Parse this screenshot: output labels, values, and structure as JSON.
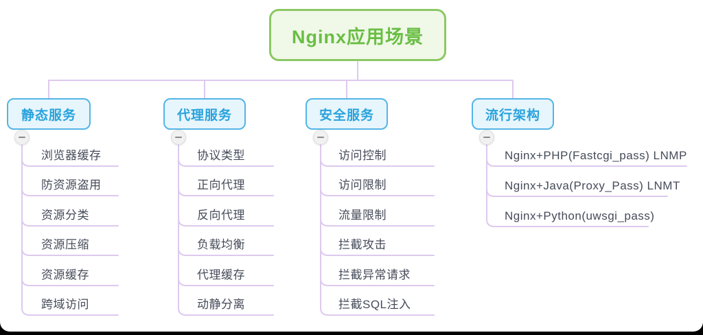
{
  "root": {
    "label": "Nginx应用场景"
  },
  "branches": [
    {
      "label": "静态服务",
      "children": [
        "浏览器缓存",
        "防资源盗用",
        "资源分类",
        "资源压缩",
        "资源缓存",
        "跨域访问"
      ]
    },
    {
      "label": "代理服务",
      "children": [
        "协议类型",
        "正向代理",
        "反向代理",
        "负载均衡",
        "代理缓存",
        "动静分离"
      ]
    },
    {
      "label": "安全服务",
      "children": [
        "访问控制",
        "访问限制",
        "流量限制",
        "拦截攻击",
        "拦截异常请求",
        "拦截SQL注入"
      ]
    },
    {
      "label": "流行架构",
      "children": [
        "Nginx+PHP(Fastcgi_pass) LNMP",
        "Nginx+Java(Proxy_Pass) LNMT",
        "Nginx+Python(uwsgi_pass)"
      ]
    }
  ],
  "colors": {
    "root_fill": "#f0f8e8",
    "root_border": "#8cc863",
    "root_text": "#69be43",
    "branch_fill": "#e7f5fc",
    "branch_border": "#53b5e6",
    "branch_text": "#29a3dc",
    "child_text": "#454b59",
    "connector": "#ddc9ee"
  }
}
